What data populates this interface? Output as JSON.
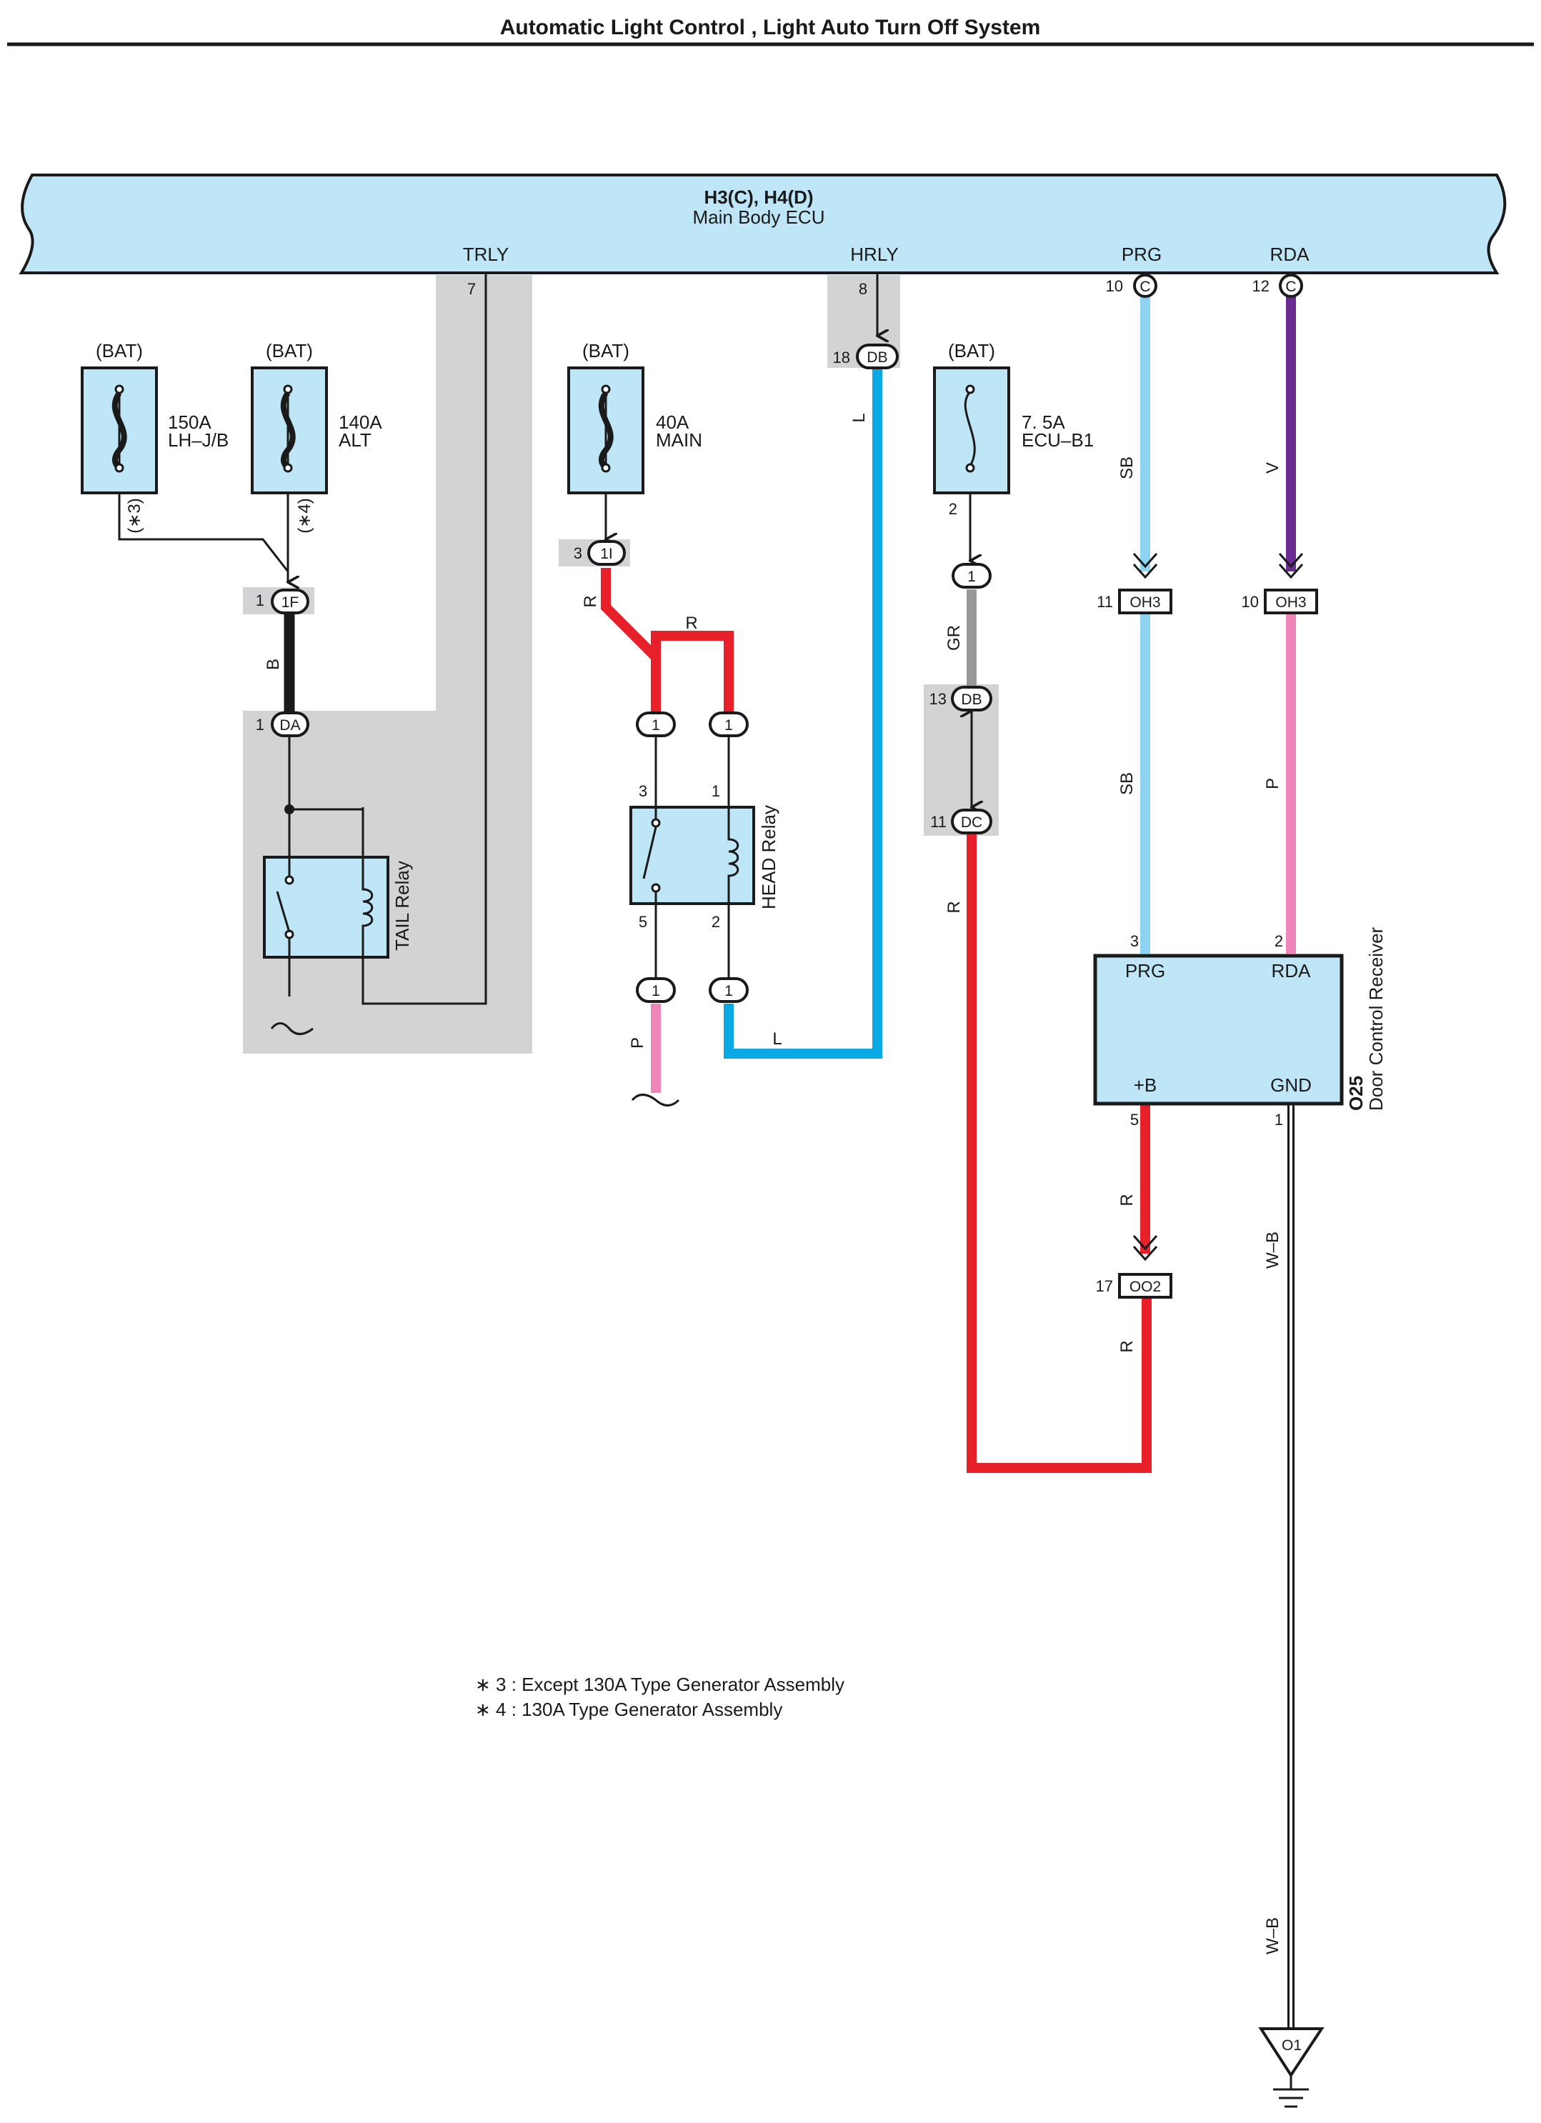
{
  "title": "Automatic Light Control , Light Auto Turn Off System",
  "ecu": {
    "code": "H3(C), H4(D)",
    "name": "Main Body ECU",
    "terminals": {
      "trly": "TRLY",
      "hrly": "HRLY",
      "prg": "PRG",
      "rda": "RDA"
    }
  },
  "pins": {
    "trly": "7",
    "hrly": "8",
    "prg": "10",
    "rda": "12",
    "c": "C",
    "db18": "18",
    "db": "DB"
  },
  "fuses": [
    {
      "source": "(BAT)",
      "rating": "150A",
      "name": "LH–J/B",
      "note": "(∗3)"
    },
    {
      "source": "(BAT)",
      "rating": "140A",
      "name": "ALT",
      "note": "(∗4)"
    },
    {
      "source": "(BAT)",
      "rating": "40A",
      "name": "MAIN"
    },
    {
      "source": "(BAT)",
      "rating": "7. 5A",
      "name": "ECU–B1",
      "pin": "2"
    }
  ],
  "connectors": {
    "c1f": {
      "pin": "1",
      "id": "1F"
    },
    "cda": {
      "pin": "1",
      "id": "DA"
    },
    "c1i": {
      "pin": "3",
      "id": "1I"
    },
    "one": "1",
    "cdb13": {
      "pin": "13",
      "id": "DB"
    },
    "cdc": {
      "pin": "11",
      "id": "DC"
    },
    "oh3a": {
      "pin": "11",
      "id": "OH3"
    },
    "oh3b": {
      "pin": "10",
      "id": "OH3"
    },
    "oo2": {
      "pin": "17",
      "id": "OO2"
    },
    "ground": "O1"
  },
  "relays": {
    "tail": "TAIL Relay",
    "head": {
      "name": "HEAD Relay",
      "p3": "3",
      "p1": "1",
      "p5": "5",
      "p2": "2"
    }
  },
  "receiver": {
    "code": "O25",
    "name": "Door Control Receiver",
    "prg": "PRG",
    "rda": "RDA",
    "b": "+B",
    "gnd": "GND",
    "p3": "3",
    "p2": "2",
    "p5": "5",
    "p1": "1"
  },
  "wires": {
    "b": "B",
    "r": "R",
    "l": "L",
    "sb": "SB",
    "v": "V",
    "p": "P",
    "gr": "GR",
    "wb": "W–B"
  },
  "notes": [
    "∗ 3 : Except 130A Type Generator Assembly",
    "∗ 4 : 130A Type Generator Assembly"
  ],
  "colors": {
    "ecu_fill": "#bfe6f7",
    "red": "#e8202a",
    "blue": "#0aa9e6",
    "sky": "#8fd3f3",
    "violet": "#6a2c91",
    "pink": "#ee86ba",
    "gray": "#999999",
    "shade": "#d1d3d4"
  }
}
